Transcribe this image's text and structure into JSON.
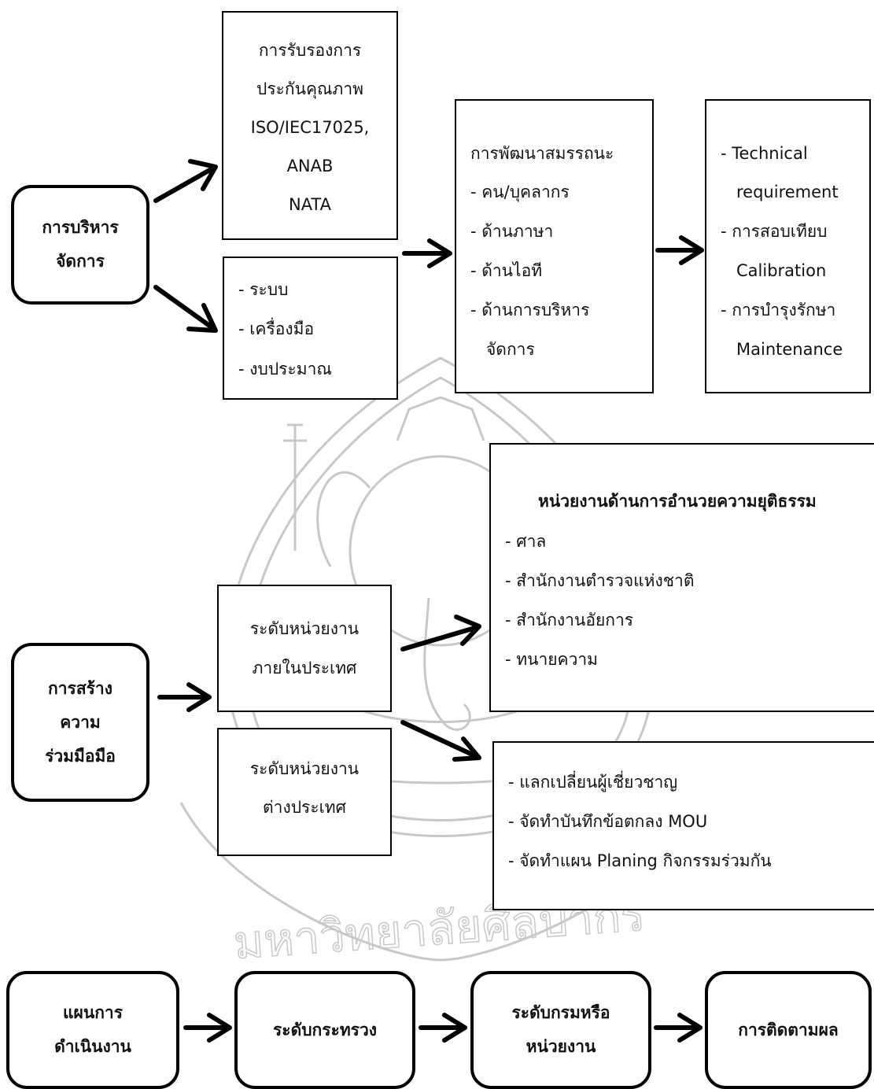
{
  "watermark": {
    "icon": "ganesha-seal-icon",
    "text": "มหาวิทยาลัยศิลปากร",
    "color": "#c8c8c8"
  },
  "section1": {
    "start": {
      "line1": "การบริหาร",
      "line2": "จัดการ"
    },
    "accreditation": [
      "การรับรองการ",
      "ประกันคุณภาพ",
      "ISO/IEC17025,",
      "ANAB",
      "NATA"
    ],
    "resources": [
      "- ระบบ",
      "- เครื่องมือ",
      "- งบประมาณ"
    ],
    "competency": [
      "การพัฒนาสมรรถนะ",
      "- คน/บุคลากร",
      "- ด้านภาษา",
      "- ด้านไอที",
      "- ด้านการบริหาร",
      "จัดการ"
    ],
    "technical": [
      "- Technical",
      "requirement",
      "- การสอบเทียบ",
      "Calibration",
      "- การบำรุงรักษา",
      "Maintenance"
    ]
  },
  "section2": {
    "start": {
      "line1": "การสร้าง",
      "line2": "ความ",
      "line3": "ร่วมมือมือ"
    },
    "domestic": {
      "line1": "ระดับหน่วยงาน",
      "line2": "ภายในประเทศ"
    },
    "foreign": {
      "line1": "ระดับหน่วยงาน",
      "line2": "ต่างประเทศ"
    },
    "justice": {
      "title": "หน่วยงานด้านการอำนวยความยุติธรรม",
      "items": [
        "- ศาล",
        "- สำนักงานตำรวจแห่งชาติ",
        "- สำนักงานอัยการ",
        "- ทนายความ"
      ]
    },
    "international": {
      "items": [
        "- แลกเปลี่ยนผู้เชี่ยวชาญ",
        "- จัดทำบันทึกข้อตกลง MOU",
        "- จัดทำแผน Planing กิจกรรมร่วมกัน"
      ]
    }
  },
  "section3": {
    "plan": {
      "line1": "แผนการ",
      "line2": "ดำเนินงาน"
    },
    "ministry": {
      "line1": "ระดับกระทรวง"
    },
    "department": {
      "line1": "ระดับกรมหรือ",
      "line2": "หน่วยงาน"
    },
    "monitor": {
      "line1": "การติดตามผล"
    }
  }
}
